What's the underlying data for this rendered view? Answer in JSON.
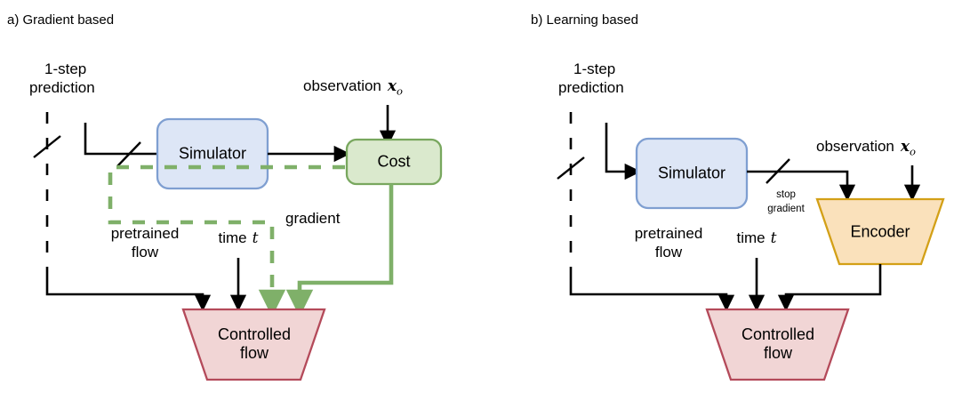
{
  "figure": {
    "panels": [
      {
        "id": "a",
        "title": "a) Gradient based",
        "labels": {
          "one_step_line1": "1-step",
          "one_step_line2": "prediction",
          "observation": "observation",
          "observation_var": "x",
          "observation_sub": "o",
          "pretrained_line1": "pretrained",
          "pretrained_line2": "flow",
          "time_label": "time",
          "time_var": "t",
          "gradient": "gradient"
        },
        "nodes": [
          {
            "name": "simulator",
            "label": "Simulator",
            "shape": "rounded-rect",
            "fill": "#dde6f6",
            "stroke": "#7f9fd1"
          },
          {
            "name": "cost",
            "label": "Cost",
            "shape": "rounded-rect",
            "fill": "#dae9cd",
            "stroke": "#78a75e"
          },
          {
            "name": "controlled-flow",
            "label_line1": "Controlled",
            "label_line2": "flow",
            "shape": "trapezoid",
            "fill": "#f1d5d5",
            "stroke": "#b44a5a"
          }
        ]
      },
      {
        "id": "b",
        "title": "b) Learning based",
        "labels": {
          "one_step_line1": "1-step",
          "one_step_line2": "prediction",
          "observation": "observation",
          "observation_var": "x",
          "observation_sub": "o",
          "pretrained_line1": "pretrained",
          "pretrained_line2": "flow",
          "time_label": "time",
          "time_var": "t",
          "stop_line1": "stop",
          "stop_line2": "gradient"
        },
        "nodes": [
          {
            "name": "simulator",
            "label": "Simulator",
            "shape": "rounded-rect",
            "fill": "#dde6f6",
            "stroke": "#7f9fd1"
          },
          {
            "name": "encoder",
            "label": "Encoder",
            "shape": "trapezoid",
            "fill": "#fae1bb",
            "stroke": "#d3a017"
          },
          {
            "name": "controlled-flow",
            "label_line1": "Controlled",
            "label_line2": "flow",
            "shape": "trapezoid",
            "fill": "#f1d5d5",
            "stroke": "#b44a5a"
          }
        ]
      }
    ],
    "colors": {
      "gradient_green": "#7fb069",
      "simulator_fill": "#dde6f6",
      "simulator_stroke": "#7f9fd1",
      "cost_fill": "#dae9cd",
      "cost_stroke": "#78a75e",
      "flow_fill": "#f1d5d5",
      "flow_stroke": "#b44a5a",
      "encoder_fill": "#fae1bb",
      "encoder_stroke": "#d3a017",
      "line_black": "#000000"
    }
  }
}
